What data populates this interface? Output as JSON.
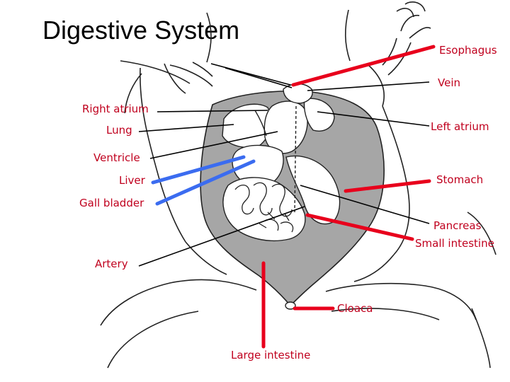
{
  "slide": {
    "title": "Digestive System"
  },
  "labels": {
    "right_atrium": "Right atrium",
    "lung": "Lung",
    "ventricle": "Ventricle",
    "liver": "Liver",
    "gall_bladder": "Gall bladder",
    "artery": "Artery",
    "esophagus": "Esophagus",
    "vein": "Vein",
    "left_atrium": "Left atrium",
    "stomach": "Stomach",
    "pancreas": "Pancreas",
    "small_intestine": "Small intestine",
    "cloaca": "Cloaca",
    "large_intestine": "Large intestine"
  },
  "colors": {
    "label_text": "#c0001e",
    "digestive_pointer": "#e8001c",
    "liver_pointer": "#3b6cf0",
    "leader_line": "#000000",
    "organ_fill": "#a6a6a6"
  }
}
